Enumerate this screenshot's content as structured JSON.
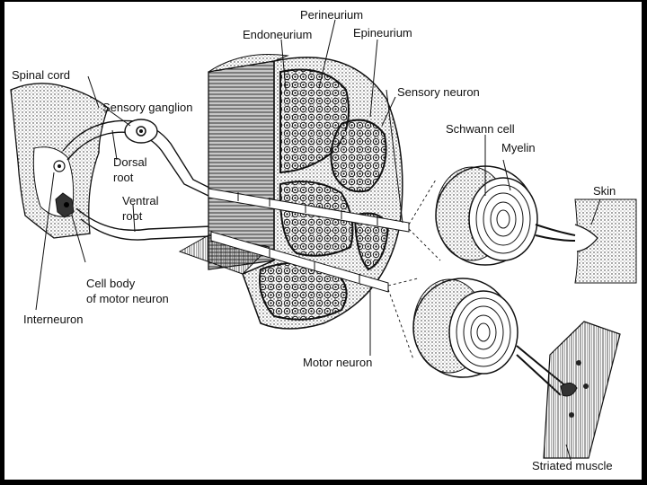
{
  "diagram": {
    "labels": {
      "perineurium": "Perineurium",
      "endoneurium": "Endoneurium",
      "epineurium": "Epineurium",
      "spinal_cord": "Spinal cord",
      "sensory_ganglion": "Sensory ganglion",
      "sensory_neuron": "Sensory neuron",
      "dorsal": "Dorsal",
      "root_dorsal": "root",
      "ventral": "Ventral",
      "root_ventral": "root",
      "schwann_cell": "Schwann cell",
      "myelin": "Myelin",
      "skin": "Skin",
      "cell_body": "Cell body",
      "of_motor_neuron": "of motor neuron",
      "interneuron": "Interneuron",
      "motor_neuron": "Motor neuron",
      "striated_muscle": "Striated muscle"
    },
    "colors": {
      "ink": "#111111",
      "paper": "#ffffff",
      "border": "#000000"
    }
  }
}
